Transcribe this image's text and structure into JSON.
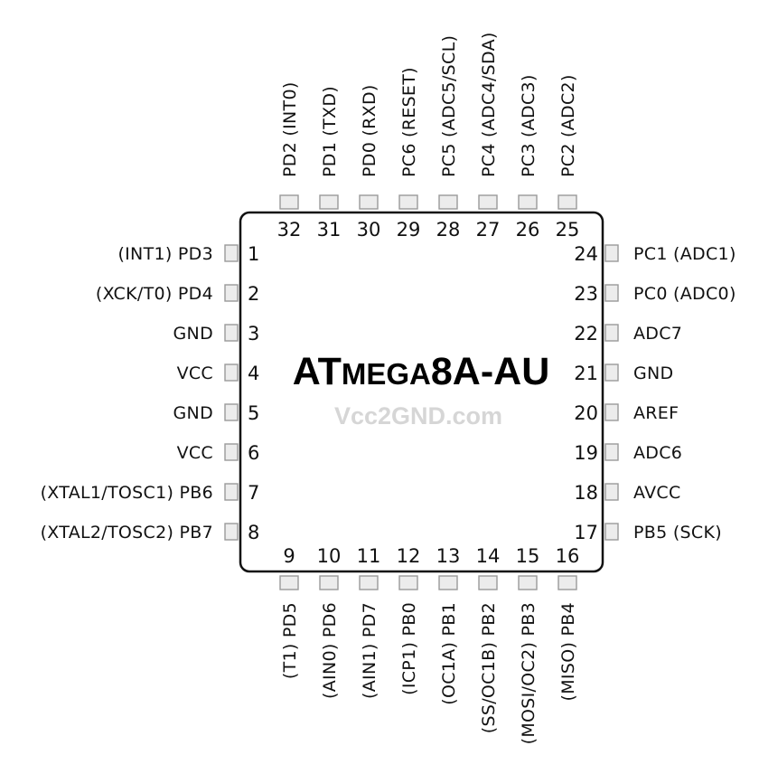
{
  "chip": {
    "title_prefix": "AT",
    "title_main": "MEGA",
    "title_suffix": "8A-AU",
    "watermark": "Vcc2GND.com"
  },
  "pins": {
    "left": [
      {
        "num": "1",
        "label": "(INT1) PD3"
      },
      {
        "num": "2",
        "label": "(XCK/T0) PD4"
      },
      {
        "num": "3",
        "label": "GND"
      },
      {
        "num": "4",
        "label": "VCC"
      },
      {
        "num": "5",
        "label": "GND"
      },
      {
        "num": "6",
        "label": "VCC"
      },
      {
        "num": "7",
        "label": "(XTAL1/TOSC1) PB6"
      },
      {
        "num": "8",
        "label": "(XTAL2/TOSC2) PB7"
      }
    ],
    "bottom": [
      {
        "num": "9",
        "label": "(T1) PD5"
      },
      {
        "num": "10",
        "label": "(AIN0) PD6"
      },
      {
        "num": "11",
        "label": "(AIN1) PD7"
      },
      {
        "num": "12",
        "label": "(ICP1) PB0"
      },
      {
        "num": "13",
        "label": "(OC1A) PB1"
      },
      {
        "num": "14",
        "label": "(SS/OC1B) PB2"
      },
      {
        "num": "15",
        "label": "(MOSI/OC2) PB3"
      },
      {
        "num": "16",
        "label": "(MISO) PB4"
      }
    ],
    "right": [
      {
        "num": "24",
        "label": "PC1 (ADC1)"
      },
      {
        "num": "23",
        "label": "PC0 (ADC0)"
      },
      {
        "num": "22",
        "label": "ADC7"
      },
      {
        "num": "21",
        "label": "GND"
      },
      {
        "num": "20",
        "label": "AREF"
      },
      {
        "num": "19",
        "label": "ADC6"
      },
      {
        "num": "18",
        "label": "AVCC"
      },
      {
        "num": "17",
        "label": "PB5 (SCK)"
      }
    ],
    "top": [
      {
        "num": "32",
        "label": "PD2 (INT0)"
      },
      {
        "num": "31",
        "label": "PD1 (TXD)"
      },
      {
        "num": "30",
        "label": "PD0 (RXD)"
      },
      {
        "num": "29",
        "label": "PC6 (RESET)"
      },
      {
        "num": "28",
        "label": "PC5 (ADC5/SCL)"
      },
      {
        "num": "27",
        "label": "PC4 (ADC4/SDA)"
      },
      {
        "num": "26",
        "label": "PC3 (ADC3)"
      },
      {
        "num": "25",
        "label": "PC2 (ADC2)"
      }
    ]
  }
}
